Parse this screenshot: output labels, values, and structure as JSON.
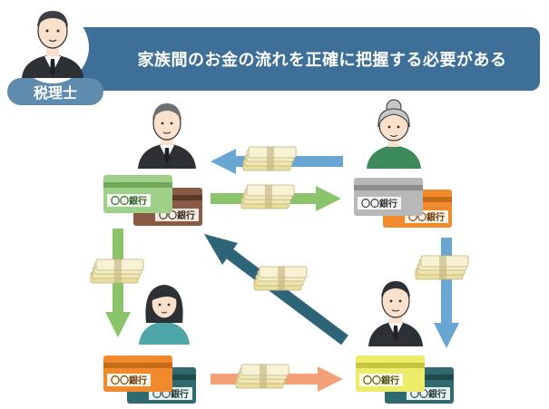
{
  "header": {
    "text": "家族間のお金の流れを正確に把握する必要がある",
    "role": "税理士"
  },
  "cards": {
    "label": "〇〇銀行"
  },
  "colors": {
    "banner": "#3e6f98",
    "pill": "#5f8bae",
    "green_arrow": "#8cc46c",
    "blue_arrow": "#6aa6d3",
    "teal_arrow": "#2e6477",
    "orange_arrow": "#f3a277",
    "card_green": "#9ed08a",
    "card_brown": "#8b5a44",
    "card_gray": "#b8b8b8",
    "card_orange": "#f08a2c",
    "card_teal": "#2f6b6e",
    "card_yellow": "#ecec6a",
    "money": "#efe6b0"
  }
}
